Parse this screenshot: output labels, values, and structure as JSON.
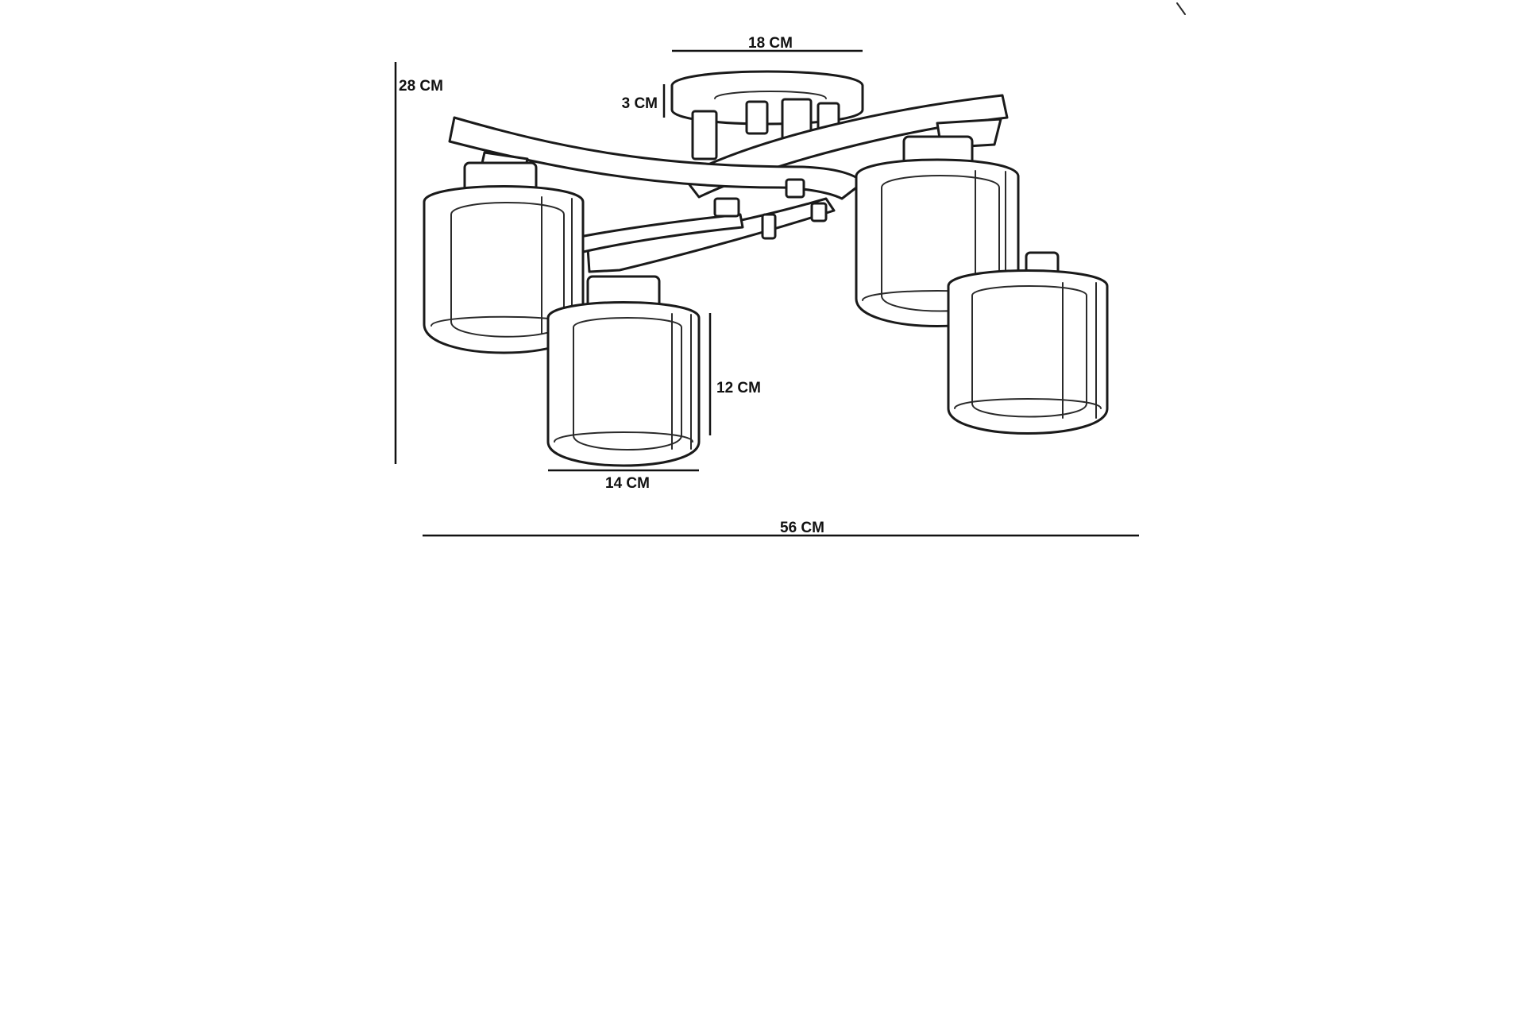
{
  "dimensions": {
    "canopy_width": "18 CM",
    "canopy_height": "3 CM",
    "total_height": "28 CM",
    "shade_height": "12 CM",
    "shade_width": "14 CM",
    "total_width": "56 CM"
  }
}
